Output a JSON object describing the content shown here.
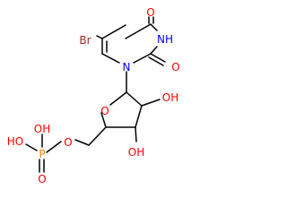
{
  "atoms": {
    "br": {
      "text": "Br",
      "color": "#a52a2a"
    },
    "o4": {
      "text": "O",
      "color": "#ff0000"
    },
    "nh": {
      "text": "NH",
      "color": "#0000ff"
    },
    "o2": {
      "text": "O",
      "color": "#ff0000"
    },
    "n1": {
      "text": "N",
      "color": "#0000ff"
    },
    "o_ring": {
      "text": "O",
      "color": "#ff0000"
    },
    "oh2": {
      "text": "OH",
      "color": "#ff0000"
    },
    "oh3": {
      "text": "OH",
      "color": "#ff0000"
    },
    "o5": {
      "text": "O",
      "color": "#ff0000"
    },
    "p": {
      "text": "P",
      "color": "#ff8000"
    },
    "p_ho1": {
      "text": "HO",
      "color": "#ff0000"
    },
    "p_oh": {
      "text": "OH",
      "color": "#ff0000"
    },
    "p_o": {
      "text": "O",
      "color": "#ff0000"
    }
  },
  "colors": {
    "bond": "#000000",
    "background": "#ffffff"
  }
}
